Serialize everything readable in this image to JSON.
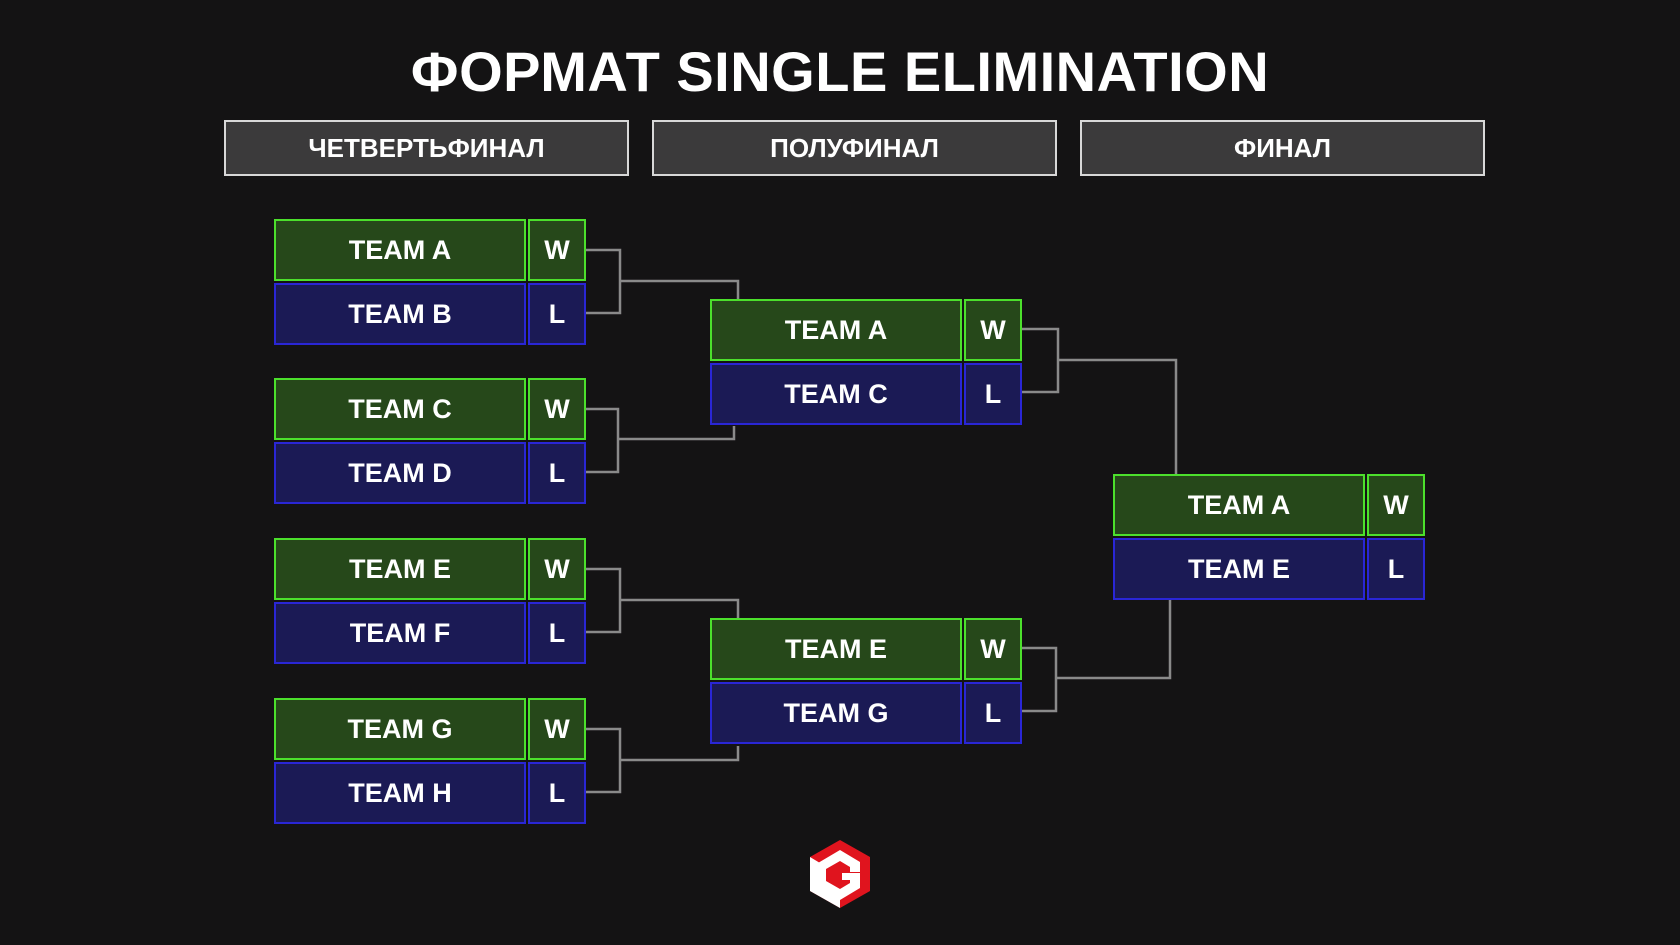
{
  "title": "ФОРМАТ SINGLE ELIMINATION",
  "rounds": [
    "ЧЕТВЕРТЬФИНАЛ",
    "ПОЛУФИНАЛ",
    "ФИНАЛ"
  ],
  "matches": {
    "qf1": {
      "top": {
        "team": "TEAM A",
        "result": "W"
      },
      "bottom": {
        "team": "TEAM B",
        "result": "L"
      }
    },
    "qf2": {
      "top": {
        "team": "TEAM C",
        "result": "W"
      },
      "bottom": {
        "team": "TEAM D",
        "result": "L"
      }
    },
    "qf3": {
      "top": {
        "team": "TEAM E",
        "result": "W"
      },
      "bottom": {
        "team": "TEAM F",
        "result": "L"
      }
    },
    "qf4": {
      "top": {
        "team": "TEAM G",
        "result": "W"
      },
      "bottom": {
        "team": "TEAM H",
        "result": "L"
      }
    },
    "sf1": {
      "top": {
        "team": "TEAM A",
        "result": "W"
      },
      "bottom": {
        "team": "TEAM C",
        "result": "L"
      }
    },
    "sf2": {
      "top": {
        "team": "TEAM E",
        "result": "W"
      },
      "bottom": {
        "team": "TEAM G",
        "result": "L"
      }
    },
    "final": {
      "top": {
        "team": "TEAM A",
        "result": "W"
      },
      "bottom": {
        "team": "TEAM E",
        "result": "L"
      }
    }
  },
  "colors": {
    "background": "#141314",
    "winner_fill": "#26481a",
    "winner_border": "#4ce02c",
    "loser_fill": "#1b1a55",
    "loser_border": "#2a26d6",
    "connector": "#8a8a8a",
    "logo_red": "#e0141e"
  }
}
